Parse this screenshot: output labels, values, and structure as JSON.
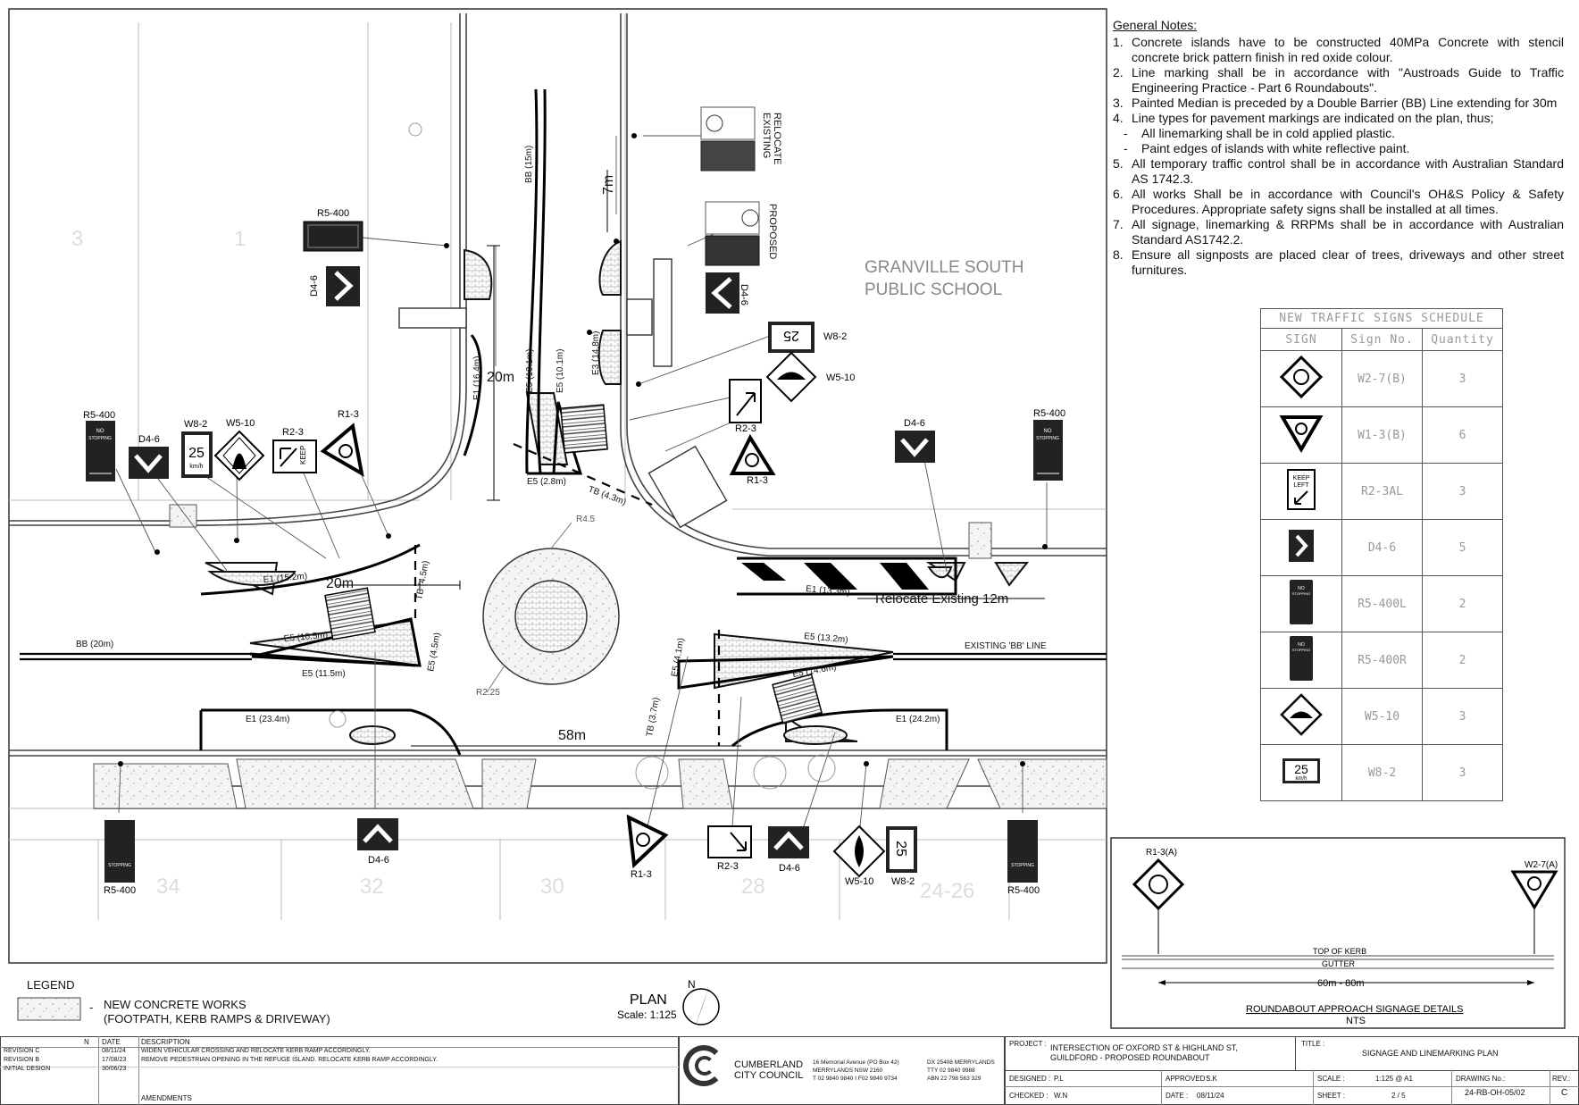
{
  "general_notes": {
    "heading": "General Notes:",
    "items": [
      {
        "num": "1.",
        "text": "Concrete islands have to be constructed 40MPa Concrete with stencil concrete brick  pattern finish in red oxide colour."
      },
      {
        "num": "2.",
        "text": "Line marking shall be in accordance with \"Austroads Guide to Traffic Engineering Practice - Part 6 Roundabouts\"."
      },
      {
        "num": "3.",
        "text": "Painted Median is preceded by a Double Barrier (BB) Line extending for 30m"
      },
      {
        "num": "4.",
        "text": "Line types for pavement markings are indicated on the plan, thus;"
      },
      {
        "num": "-",
        "text": "All linemarking shall be in cold applied plastic.",
        "sub": true
      },
      {
        "num": "-",
        "text": "Paint edges of islands with white reflective paint.",
        "sub": true
      },
      {
        "num": "5.",
        "text": "All temporary traffic control shall be in accordance with Australian Standard AS 1742.3."
      },
      {
        "num": "6.",
        "text": "All works Shall be in accordance with Council's OH&S Policy & Safety Procedures. Appropriate safety signs shall be installed at all times."
      },
      {
        "num": "7.",
        "text": "All signage, linemarking & RRPMs shall be in accordance with Australian Standard AS1742.2."
      },
      {
        "num": "8.",
        "text": "Ensure all signposts are placed clear of trees, driveways and other street furnitures."
      }
    ]
  },
  "schedule": {
    "title": "NEW TRAFFIC SIGNS SCHEDULE",
    "headers": [
      "SIGN",
      "Sign No.",
      "Quantity"
    ],
    "rows": [
      {
        "icon": "roundabout-diamond-icon",
        "no": "W2-7(B)",
        "qty": "3"
      },
      {
        "icon": "roundabout-triangle-icon",
        "no": "W1-3(B)",
        "qty": "6"
      },
      {
        "icon": "keep-left-icon",
        "no": "R2-3AL",
        "qty": "3",
        "icon_text": "KEEP LEFT"
      },
      {
        "icon": "chevron-icon",
        "no": "D4-6",
        "qty": "5"
      },
      {
        "icon": "no-stopping-icon",
        "no": "R5-400L",
        "qty": "2",
        "icon_text": "NO STOPPING"
      },
      {
        "icon": "no-stopping-icon",
        "no": "R5-400R",
        "qty": "2",
        "icon_text": "NO STOPPING"
      },
      {
        "icon": "hump-diamond-icon",
        "no": "W5-10",
        "qty": "3"
      },
      {
        "icon": "speed-25-icon",
        "no": "W8-2",
        "qty": "3",
        "icon_text": "25",
        "icon_unit": "km/h"
      }
    ]
  },
  "approach_detail": {
    "left_sign": "R1-3(A)",
    "right_sign": "W2-7(A)",
    "top_of_kerb": "TOP OF KERB",
    "gutter": "GUTTER",
    "distance": "60m - 80m",
    "title": "ROUNDABOUT APPROACH SIGNAGE DETAILS",
    "subtitle": "NTS"
  },
  "plan": {
    "school": [
      "GRANVILLE SOUTH",
      "PUBLIC SCHOOL"
    ],
    "relocate_existing": [
      "RELOCATE",
      "EXISTING"
    ],
    "proposed": "PROPOSED",
    "relocate_existing_12m": "Relocate Existing 12m",
    "existing_bb_line": "EXISTING 'BB' LINE",
    "dims": {
      "d20m_v": "20m",
      "d20m_h": "20m",
      "d7m": "7m",
      "d58m": "58m"
    },
    "radii": {
      "r45": "R4.5",
      "r225": "R2.25"
    },
    "lines": {
      "bb15": "BB (15m)",
      "e1_164": "E1 (16.4m)",
      "e5_101a": "E5 (10.1m)",
      "e5_101b": "E5 (10.1m)",
      "e3_148": "E3 (14.8m)",
      "e5_28": "E5 (2.8m)",
      "tb43": "TB (4.3m)",
      "e1_152": "E1 (15.2m)",
      "tb45": "TB (4.5m)",
      "e5_105": "E5 (10.5m)",
      "e5_45": "E5 (4.5m)",
      "e5_115": "E5 (11.5m)",
      "bb20": "BB (20m)",
      "e1_133": "E1 (13.3m)",
      "e5_132": "E5 (13.2m)",
      "e5_41": "E5 (4.1m)",
      "e5_146": "E5 (14.6m)",
      "tb37": "TB (3.7m)",
      "e1_234": "E1 (23.4m)",
      "e1_242": "E1 (24.2m)"
    },
    "lots": {
      "l3": "3",
      "l1": "1",
      "l34": "34",
      "l32": "32",
      "l30": "30",
      "l28": "28",
      "l2426": "24-26"
    },
    "sign_labels": {
      "r5_400": "R5-400",
      "d4_6": "D4-6",
      "w8_2": "W8-2",
      "w5_10": "W5-10",
      "r2_3": "R2-3",
      "r1_3": "R1-3"
    },
    "sign_text": {
      "no": "NO",
      "stopping": "STOPPING",
      "keep": "KEEP",
      "left": "LEFT",
      "speed": "25",
      "kmh": "km/h"
    }
  },
  "legend": {
    "title": "LEGEND",
    "items": [
      {
        "line1": "NEW CONCRETE WORKS",
        "line2": "(FOOTPATH, KERB RAMPS & DRIVEWAY)"
      }
    ]
  },
  "plan_title": {
    "title": "PLAN",
    "scale": "Scale: 1:125",
    "north": "N"
  },
  "title_block": {
    "rev_headers": {
      "n": "N",
      "date": "DATE",
      "description": "DESCRIPTION"
    },
    "revisions": [
      {
        "name": "REVISION C",
        "date": "08/11/24",
        "desc": "WIDEN VEHICULAR CROSSING AND RELOCATE KERB RAMP ACCORDINGLY."
      },
      {
        "name": "REVISION B",
        "date": "17/08/23",
        "desc": "REMOVE PEDESTRIAN OPENING IN THE REFUGE ISLAND. RELOCATE KERB RAMP ACCORDINGLY."
      },
      {
        "name": "INITIAL DESIGN",
        "date": "30/06/23",
        "desc": ""
      }
    ],
    "amendments": "AMENDMENTS",
    "council": [
      "CUMBERLAND",
      "CITY COUNCIL"
    ],
    "address": [
      "16 Memorial Avenue (PO Box 42)",
      "MERRYLANDS NSW 2160",
      "T 02 9840 9840 I  F02 9840 9734"
    ],
    "dx": [
      "DX 25408 MERRYLANDS",
      "TTY 02 9840 9988",
      "ABN 22 798 563 329"
    ],
    "project_label": "PROJECT :",
    "project": [
      "INTERSECTION OF OXFORD ST & HIGHLAND ST,",
      "GUILDFORD - PROPOSED ROUNDABOUT"
    ],
    "title_label": "TITLE :",
    "title": "SIGNAGE AND LINEMARKING PLAN",
    "designed_label": "DESIGNED :",
    "designed": "P.L",
    "approved_label": "APPROVED :",
    "approved": "S.K",
    "checked_label": "CHECKED :",
    "checked": "W.N",
    "date_label": "DATE :",
    "date": "08/11/24",
    "scale_label": "SCALE :",
    "scale": "1:125 @ A1",
    "sheet_label": "SHEET :",
    "sheet": "2 / 5",
    "drawing_label": "DRAWING No.:",
    "drawing": "24-RB-OH-05/02",
    "rev_label": "REV.:",
    "rev": "C"
  }
}
